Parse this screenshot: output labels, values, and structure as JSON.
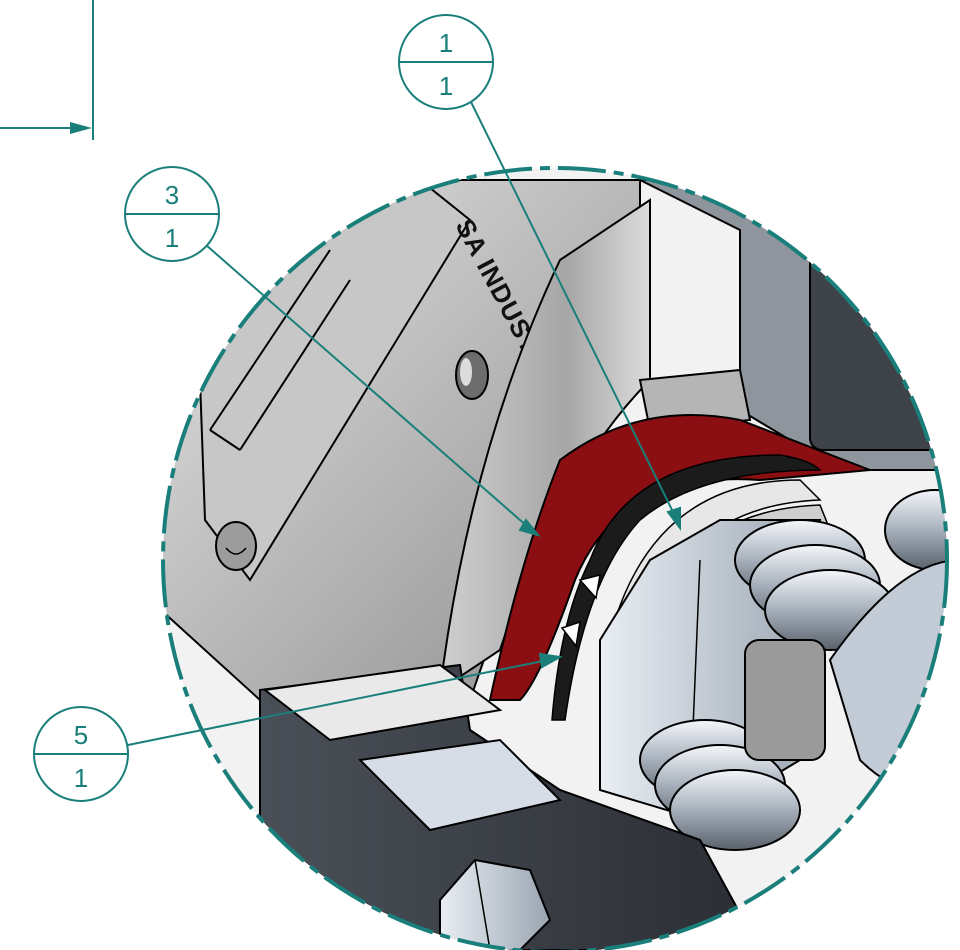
{
  "drawing": {
    "title": "",
    "nameplate_text": "SA INDUSTRIES, INC",
    "line_color": "#1a7f7a",
    "gasket_color": "#8b0e12",
    "metal_light": "#d9d9d9",
    "metal_dark": "#7a7a7a",
    "housing_dark": "#2b2d33"
  },
  "balloons": [
    {
      "id": "balloon-1",
      "item": "1",
      "qty": "1"
    },
    {
      "id": "balloon-3",
      "item": "3",
      "qty": "1"
    },
    {
      "id": "balloon-5",
      "item": "5",
      "qty": "1"
    }
  ]
}
